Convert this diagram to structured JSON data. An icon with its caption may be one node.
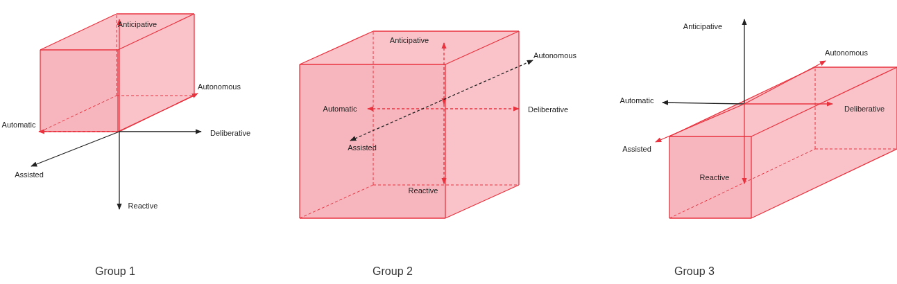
{
  "diagram": {
    "labels": [
      "Anticipative",
      "Autonomous",
      "Automatic",
      "Deliberative",
      "Assisted",
      "Reactive",
      "Anticipative",
      "Autonomous",
      "Automatic",
      "Deliberative",
      "Assisted",
      "Reactive",
      "Anticipative",
      "Autonomous",
      "Automatic",
      "Deliberative",
      "Assisted",
      "Reactive",
      "Group 1",
      "Group 2",
      "Group 3"
    ]
  }
}
